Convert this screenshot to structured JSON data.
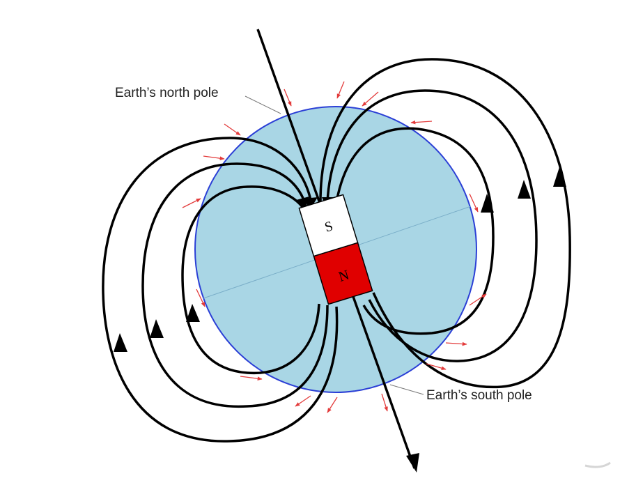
{
  "labels": {
    "north_pole": "Earth’s north pole",
    "south_pole": "Earth’s south pole"
  },
  "magnet": {
    "south_label": "S",
    "north_label": "N",
    "south_color": "#ffffff",
    "north_color": "#e00000"
  },
  "colors": {
    "earth_fill": "#a9d6e5",
    "earth_outline": "#2b3fd6",
    "field_lines": "#000000",
    "small_arrows": "#e33b3b",
    "equator_line": "#7aaec8"
  }
}
